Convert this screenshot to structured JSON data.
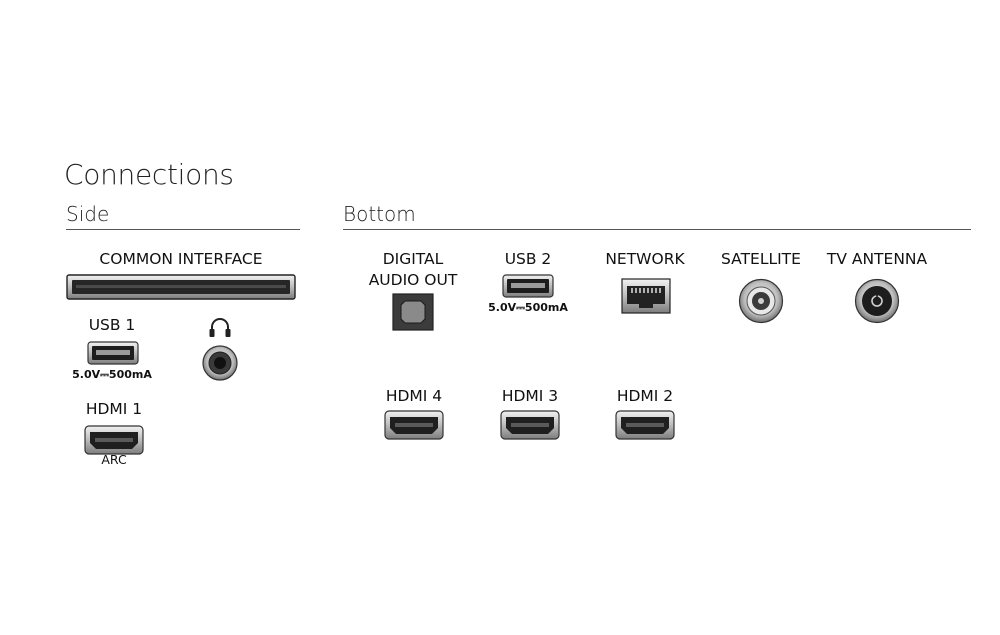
{
  "title": "Connections",
  "side": {
    "heading": "Side",
    "common_interface": "COMMON INTERFACE",
    "usb1": {
      "label": "USB 1",
      "spec": "5.0V⎓500mA"
    },
    "hdmi1": {
      "label": "HDMI 1",
      "note": "ARC"
    },
    "headphone_icon": "headphones-icon"
  },
  "bottom": {
    "heading": "Bottom",
    "digital_audio_out": {
      "line1": "DIGITAL",
      "line2": "AUDIO OUT"
    },
    "usb2": {
      "label": "USB 2",
      "spec": "5.0V⎓500mA"
    },
    "network": "NETWORK",
    "satellite": "SATELLITE",
    "tv_antenna": "TV ANTENNA",
    "hdmi4": "HDMI 4",
    "hdmi3": "HDMI 3",
    "hdmi2": "HDMI 2"
  }
}
